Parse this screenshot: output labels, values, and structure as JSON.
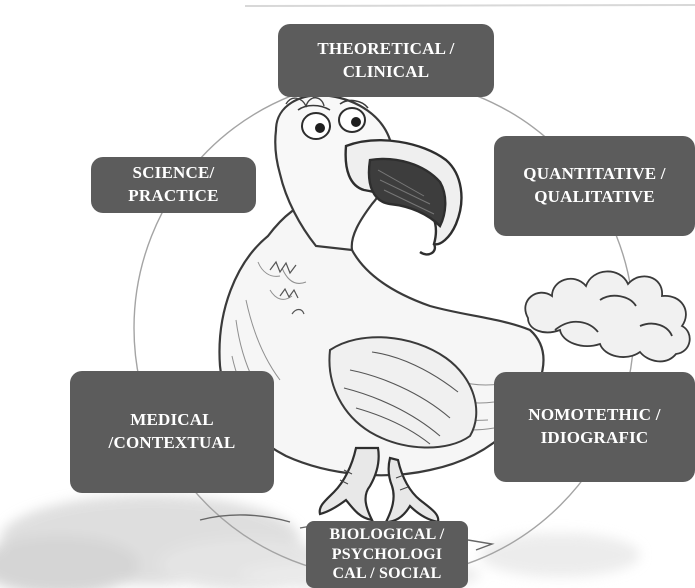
{
  "diagram": {
    "labels": [
      {
        "id": "theoretical",
        "lines": [
          "THEORETICAL /",
          "CLINICAL"
        ]
      },
      {
        "id": "science",
        "lines": [
          "SCIENCE/",
          "PRACTICE"
        ]
      },
      {
        "id": "quantitative",
        "lines": [
          "QUANTITATIVE /",
          "QUALITATIVE"
        ]
      },
      {
        "id": "medical",
        "lines": [
          "MEDICAL",
          "/CONTEXTUAL"
        ]
      },
      {
        "id": "nomothetic",
        "lines": [
          "NOMOTETHIC /",
          "IDIOGRAFIC"
        ]
      },
      {
        "id": "biological",
        "lines": [
          "BIOLOGICAL /",
          "PSYCHOLOGI",
          "CAL / SOCIAL"
        ]
      }
    ],
    "illustration": "dodo-bird-sketch",
    "colors": {
      "box": "#5c5c5c",
      "box_text": "#ffffff",
      "ring": "#9a9a9a",
      "ink": "#3a3a3a"
    }
  }
}
